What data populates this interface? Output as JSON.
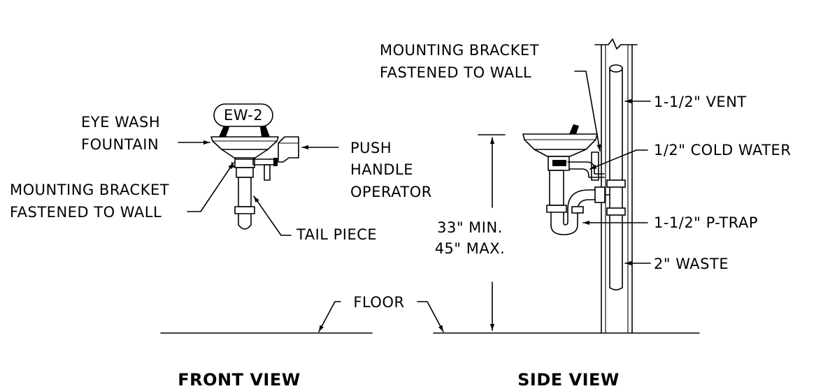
{
  "tag": "EW-2",
  "front_view": {
    "title": "FRONT VIEW",
    "label_fountain_1": "EYE WASH",
    "label_fountain_2": "FOUNTAIN",
    "label_push_1": "PUSH",
    "label_push_2": "HANDLE",
    "label_push_3": "OPERATOR",
    "label_bracket_1": "MOUNTING BRACKET",
    "label_bracket_2": "FASTENED TO WALL",
    "label_tail": "TAIL PIECE"
  },
  "side_view": {
    "title": "SIDE VIEW",
    "label_bracket_1": "MOUNTING BRACKET",
    "label_bracket_2": "FASTENED TO WALL",
    "label_vent": "1-1/2\" VENT",
    "label_cold": "1/2\" COLD WATER",
    "label_ptrap": "1-1/2\" P-TRAP",
    "label_waste": "2\" WASTE",
    "label_min": "33\" MIN.",
    "label_max": "45\" MAX."
  },
  "label_floor": "FLOOR"
}
